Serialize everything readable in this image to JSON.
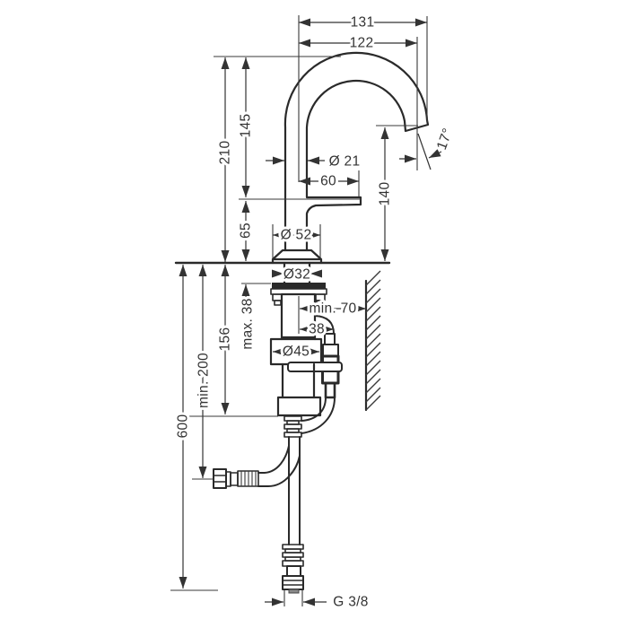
{
  "drawing": {
    "type": "faucet installation dimensional drawing",
    "colors": {
      "line": "#2a2a2a",
      "dimension": "#333333",
      "background": "#ffffff"
    },
    "dims": {
      "reach_overall": "131",
      "reach_spout": "122",
      "height_above_deck": "210",
      "top_to_handle": "145",
      "handle_to_deck": "65",
      "spout_tube_diameter": "Ø 21",
      "handle_projection": "60",
      "outlet_height": "140",
      "outlet_angle": "17°",
      "escutcheon_diameter": "Ø 52",
      "shank_diameter": "Ø32",
      "deck_thickness_max": "max. 38",
      "below_deck_height": "156",
      "wall_clearance_min": "min. 70",
      "valve_offset": "38",
      "body_diameter": "Ø45",
      "hose_clearance_min": "min. 200",
      "hose_length": "600",
      "thread_size": "G 3/8"
    }
  }
}
